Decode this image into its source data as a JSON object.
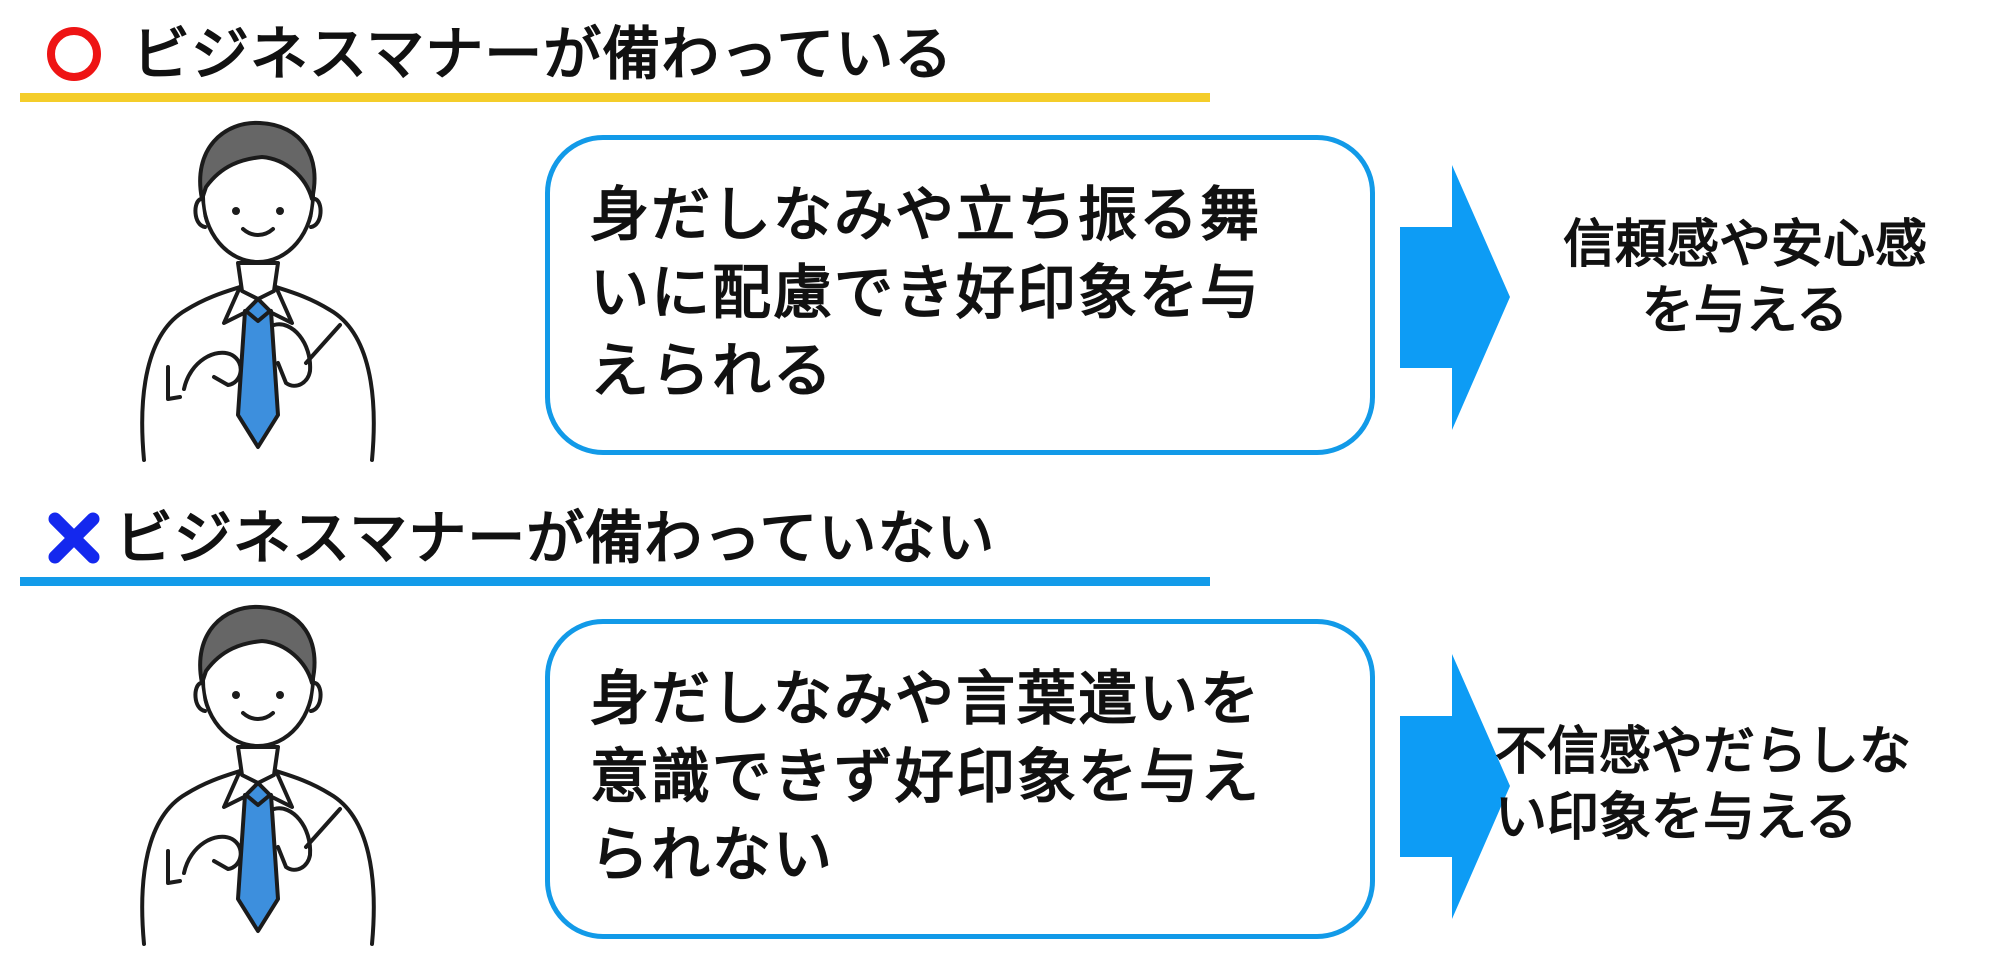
{
  "colors": {
    "good_mark": "#ee1414",
    "bad_mark": "#1428ee",
    "good_rule": "#f4cd2a",
    "bad_rule": "#139be9",
    "bubble_border": "#129ae8",
    "arrow": "#0d9cf5",
    "tie": "#3d8fdd",
    "hair": "#666666"
  },
  "sections": [
    {
      "symbol": "circle-mark",
      "heading": "ビジネスマナーが備わっている",
      "bubble_text": "身だしなみや立ち振る舞\nいに配慮でき好印象を与\nえられる",
      "result": "信頼感や安心感\nを与える"
    },
    {
      "symbol": "cross-mark",
      "heading": "ビジネスマナーが備わっていない",
      "bubble_text": "身だしなみや言葉遣いを\n意識できず好印象を与え\nられない",
      "result": "不信感やだらしな\nい印象を与える"
    }
  ]
}
